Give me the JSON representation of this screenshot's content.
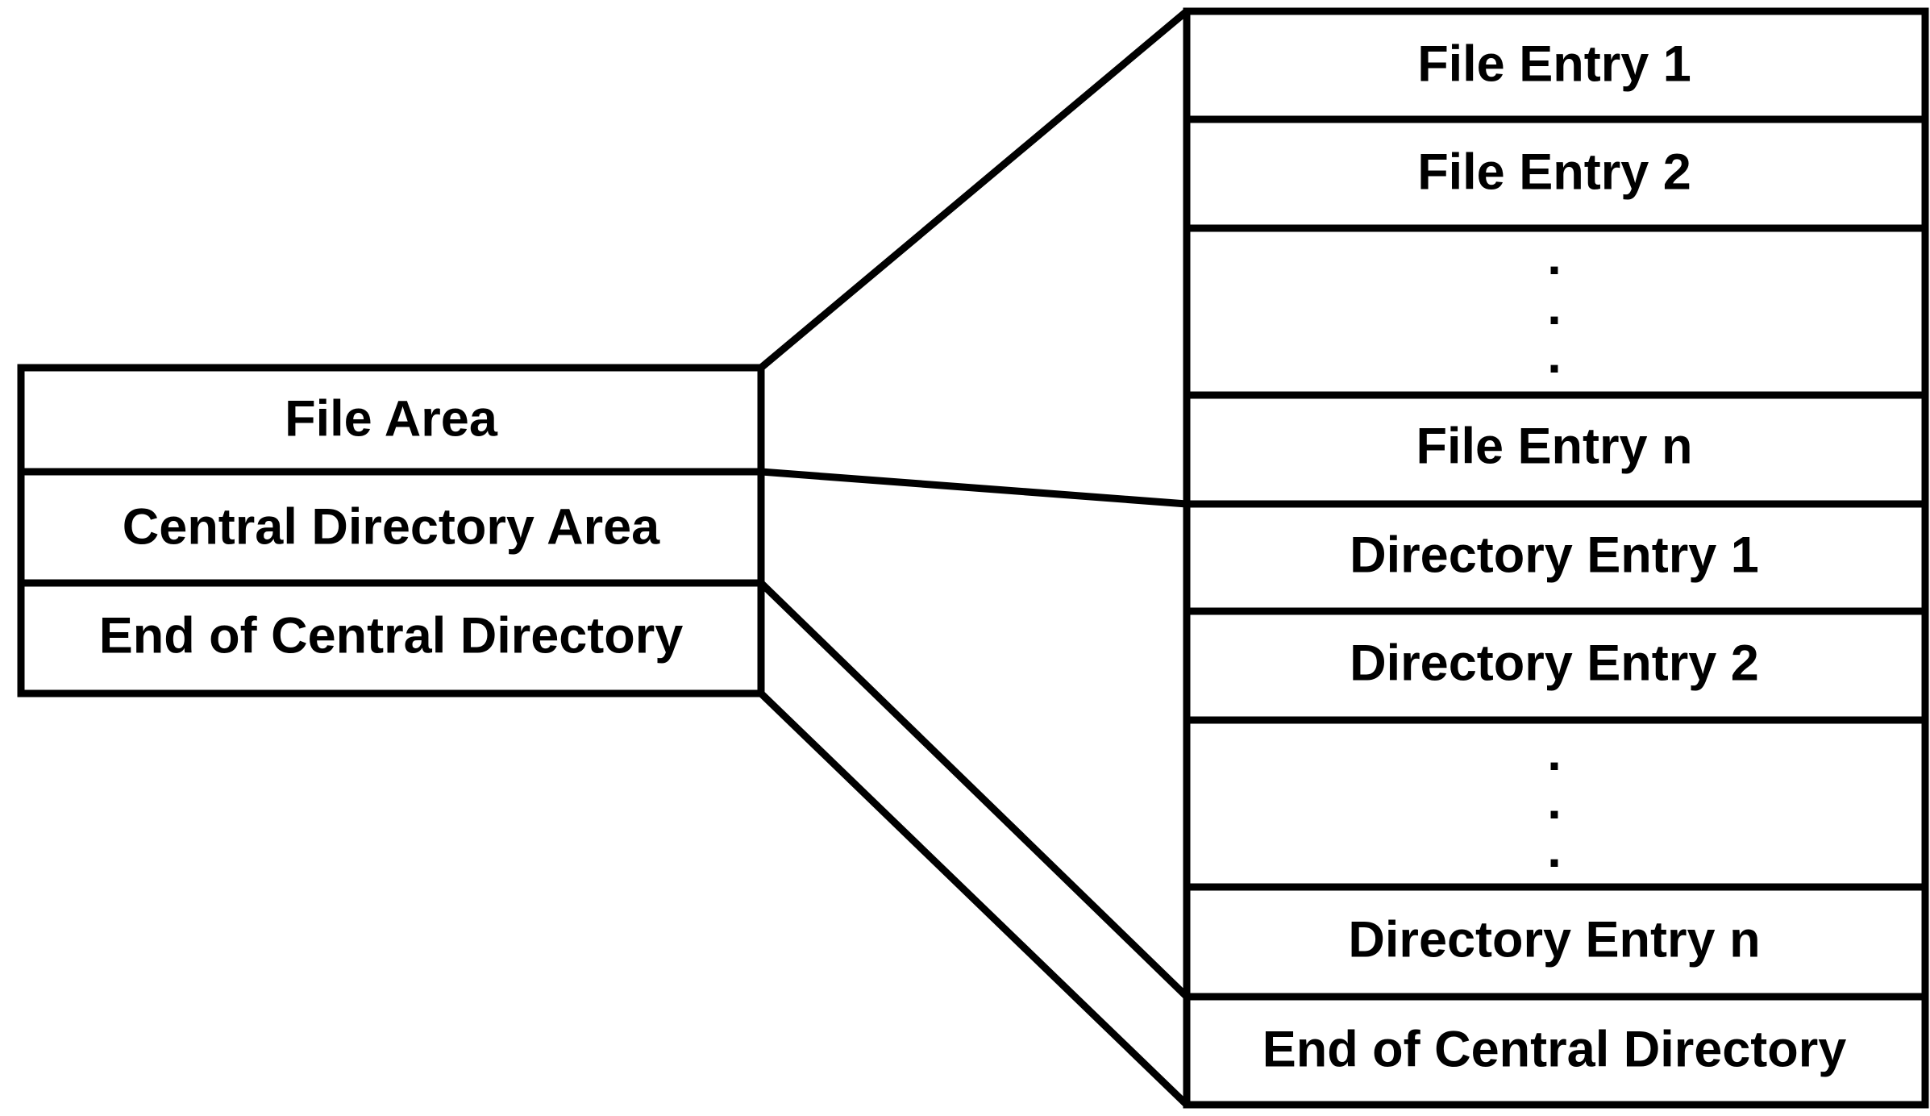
{
  "left_stack": {
    "file_area": "File Area",
    "central_directory_area": "Central Directory Area",
    "end_of_central_directory": "End of Central Directory"
  },
  "right_stack": {
    "file_entry_1": "File Entry 1",
    "file_entry_2": "File Entry 2",
    "file_ellipsis_1": ".",
    "file_ellipsis_2": ".",
    "file_ellipsis_3": ".",
    "file_entry_n": "File Entry n",
    "directory_entry_1": "Directory Entry 1",
    "directory_entry_2": "Directory Entry 2",
    "directory_ellipsis_1": ".",
    "directory_ellipsis_2": ".",
    "directory_ellipsis_3": ".",
    "directory_entry_n": "Directory Entry n",
    "end_of_central_directory": "End of Central Directory"
  },
  "colors": {
    "stroke": "#000000",
    "background": "#ffffff"
  }
}
